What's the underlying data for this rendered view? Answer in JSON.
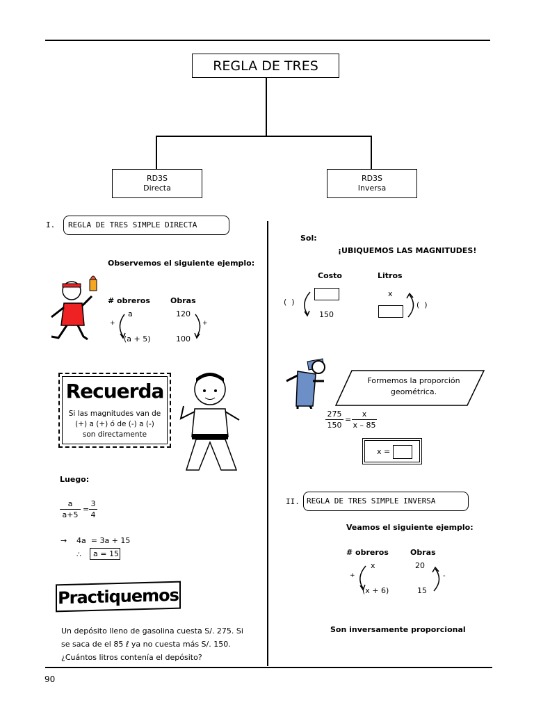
{
  "header": {
    "title": "REGLA DE TRES",
    "box_directa_l1": "RD3S",
    "box_directa_l2": "Directa",
    "box_inversa_l1": "RD3S",
    "box_inversa_l2": "Inversa"
  },
  "section1": {
    "num": "I.",
    "title": "REGLA DE TRES SIMPLE DIRECTA",
    "example_intro": "Observemos el siguiente ejemplo:",
    "col1": "# obreros",
    "col2": "Obras",
    "r1c1": "a",
    "r1c2": "120",
    "r2c1": "(a + 5)",
    "r2c2": "100",
    "sign_left": "+",
    "sign_right": "+"
  },
  "recuerda": {
    "title": "Recuerda",
    "text": "Si las magnitudes van de (+) a (+) ó de (-) a (-) son directamente"
  },
  "luego": {
    "label": "Luego:",
    "f1_num": "a",
    "f1_den": "a+5",
    "eq": "=",
    "f2_num": "3",
    "f2_den": "4",
    "arrow": "→",
    "step": "4a  = 3a + 15",
    "therefore": "∴",
    "result": "a = 15"
  },
  "practiquemos": {
    "title": "Practiquemos",
    "problem_l1": "Un depósito lleno de gasolina cuesta S/. 275.  Si",
    "problem_l2": "se saca de el 85 ℓ ya no cuesta más S/. 150.",
    "problem_l3": "¿Cuántos litros contenía el depósito?"
  },
  "sol": {
    "label": "Sol:",
    "subtitle": "¡UBIQUEMOS LAS MAGNITUDES!",
    "col1": "Costo",
    "col2": "Litros",
    "c1_bottom": "150",
    "c2_top": "x",
    "paren_left": "(  )",
    "paren_right": "(  )"
  },
  "proporcion": {
    "text": "Formemos la proporción geométrica.",
    "f1_num": "275",
    "f1_den": "150",
    "eq": "=",
    "f2_num": "x",
    "f2_den": "x – 85",
    "answer_label": "x ="
  },
  "section2": {
    "num": "II.",
    "title": "REGLA DE TRES SIMPLE INVERSA",
    "example_intro": "Veamos el siguiente ejemplo:",
    "col1": "# obreros",
    "col2": "Obras",
    "r1c1": "x",
    "r1c2": "20",
    "r2c1": "(x + 6)",
    "r2c2": "15",
    "sign_left": "+",
    "sign_right": "-",
    "conclusion": "Son inversamente proporcional"
  },
  "footer": {
    "page_number": "90"
  }
}
